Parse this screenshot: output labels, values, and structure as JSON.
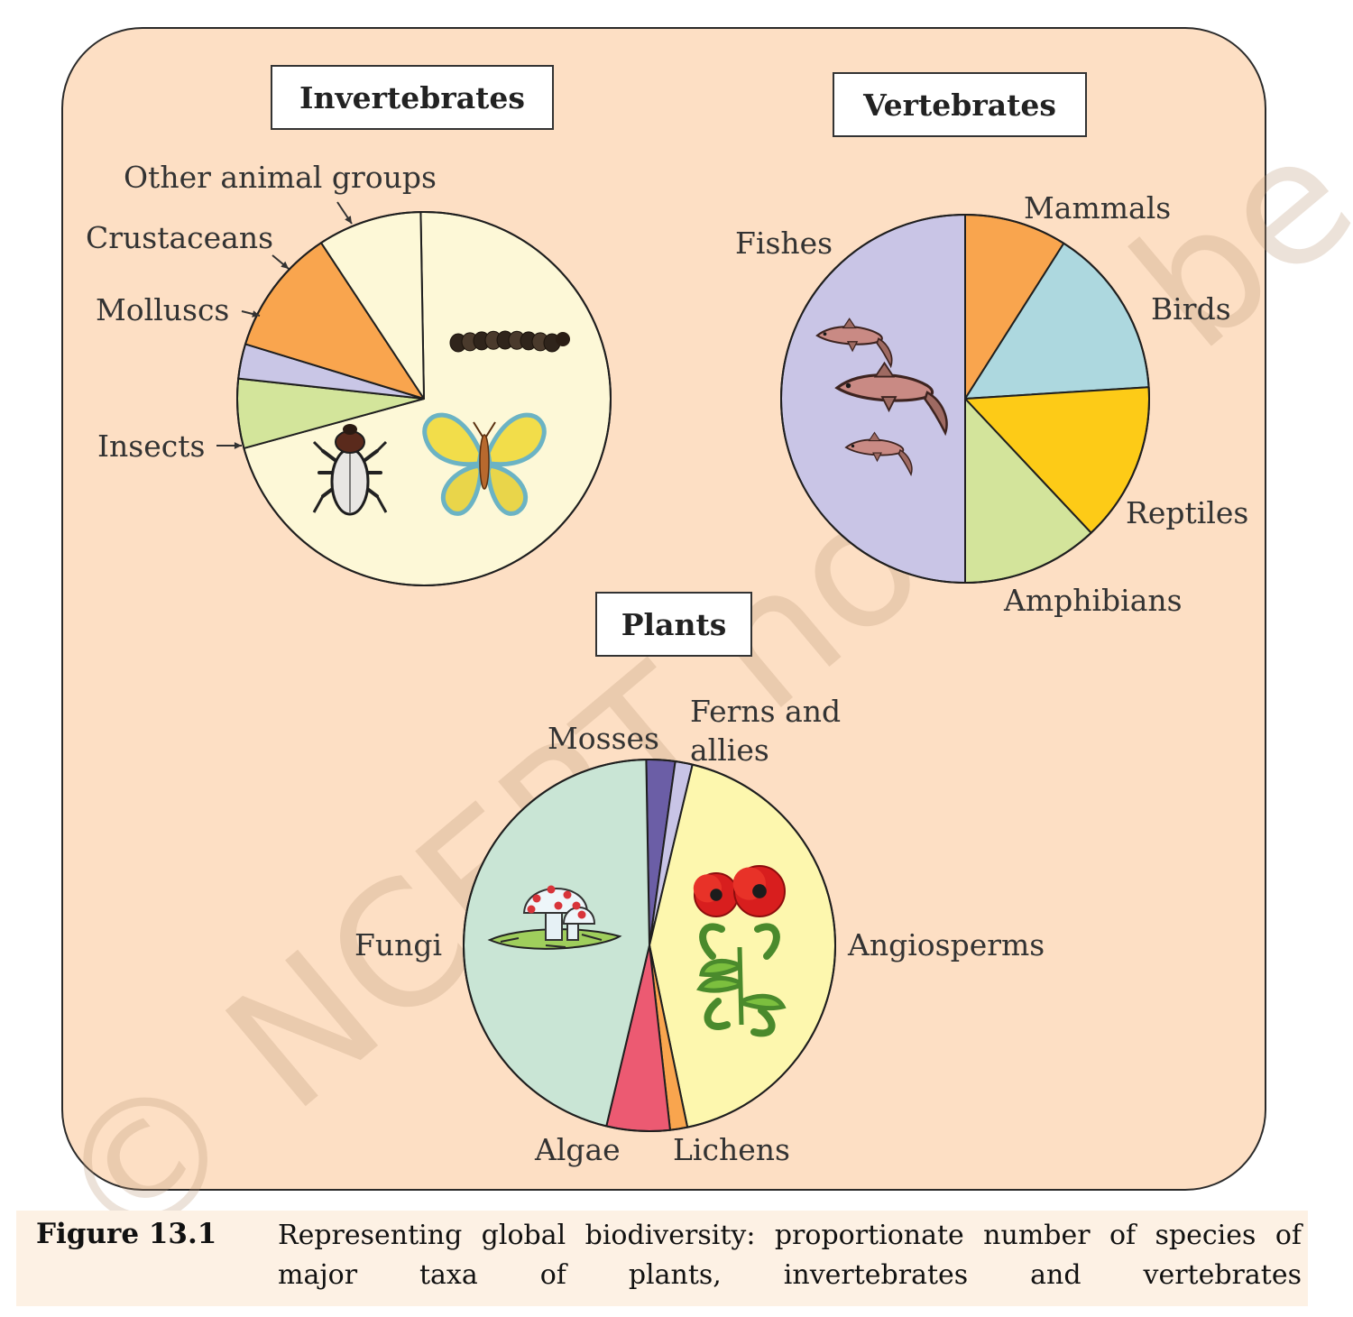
{
  "watermark": "© NCERT not to be republished",
  "caption": {
    "figure": "Figure 13.1",
    "text": "Representing global biodiversity: proportionate number of species of major taxa of plants, invertebrates and vertebrates"
  },
  "chart_data": [
    {
      "type": "pie",
      "title": "Invertebrates",
      "slices": [
        {
          "label": "Insects",
          "value": 71,
          "color": "#fdf8d7"
        },
        {
          "label": "Molluscs",
          "value": 6,
          "color": "#d3e59b"
        },
        {
          "label": "Crustaceans",
          "value": 3,
          "color": "#c9c6e6"
        },
        {
          "label": "Other animal groups",
          "value": 11,
          "color": "#f9a54e"
        },
        {
          "label": "Insects",
          "value": 9,
          "color": "#fdf8d7"
        }
      ],
      "icons": [
        "caterpillar-icon",
        "beetle-icon",
        "butterfly-icon"
      ]
    },
    {
      "type": "pie",
      "title": "Vertebrates",
      "slices": [
        {
          "label": "Mammals",
          "value": 9,
          "color": "#f9a54e"
        },
        {
          "label": "Birds",
          "value": 15,
          "color": "#add8df"
        },
        {
          "label": "Reptiles",
          "value": 14,
          "color": "#fdcb17"
        },
        {
          "label": "Amphibians",
          "value": 12,
          "color": "#d3e49b"
        },
        {
          "label": "Fishes",
          "value": 50,
          "color": "#c9c5e6"
        }
      ],
      "icons": [
        "fish-icon"
      ]
    },
    {
      "type": "pie",
      "title": "Plants",
      "slices": [
        {
          "label": "Mosses",
          "value": 2.5,
          "color": "#6b5ea6"
        },
        {
          "label": "Ferns and allies",
          "value": 1.5,
          "color": "#c8c4e6"
        },
        {
          "label": "Angiosperms",
          "value": 43,
          "color": "#fdf7ae"
        },
        {
          "label": "Lichens",
          "value": 1.5,
          "color": "#f9a54e"
        },
        {
          "label": "Algae",
          "value": 5.5,
          "color": "#ec5a72"
        },
        {
          "label": "Fungi",
          "value": 46,
          "color": "#c9e5d5"
        }
      ],
      "icons": [
        "mushroom-icon",
        "poppy-flower-icon"
      ]
    }
  ]
}
